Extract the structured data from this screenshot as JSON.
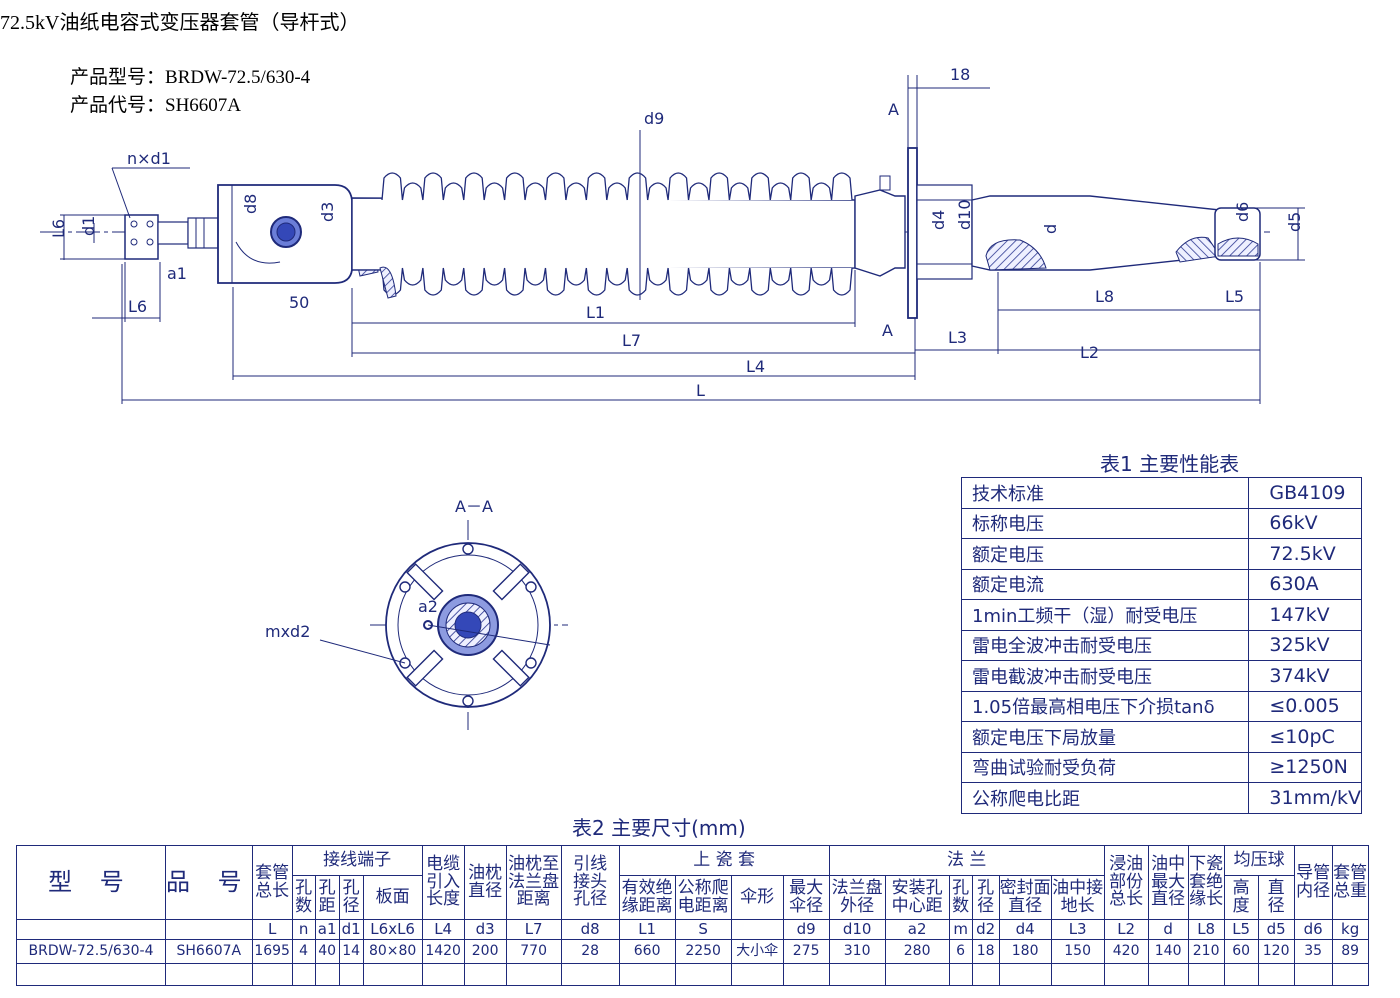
{
  "document": {
    "title": "72.5kV油纸电容式变压器套管（导杆式）",
    "model_label": "产品型号：",
    "model_value": "BRDW-72.5/630-4",
    "code_label": "产品代号：",
    "code_value": "SH6607A"
  },
  "drawing": {
    "dimension_labels": [
      "n×d1",
      "L6",
      "d1",
      "a1",
      "L6",
      "50",
      "d8",
      "d3",
      "d9",
      "L1",
      "L7",
      "L4",
      "L",
      "18",
      "A",
      "A",
      "d4",
      "d10",
      "L3",
      "d",
      "L8",
      "L5",
      "L2",
      "d6",
      "d5"
    ],
    "section": {
      "title": "A－A",
      "hole_label": "mxd2",
      "pitch_label": "a2"
    }
  },
  "table1": {
    "caption": "表1  主要性能表",
    "rows": [
      {
        "param": "技术标准",
        "value": "GB4109"
      },
      {
        "param": "标称电压",
        "value": "66kV"
      },
      {
        "param": "额定电压",
        "value": "72.5kV"
      },
      {
        "param": "额定电流",
        "value": "630A"
      },
      {
        "param": "1min工频干（湿）耐受电压",
        "value": "147kV"
      },
      {
        "param": "雷电全波冲击耐受电压",
        "value": "325kV"
      },
      {
        "param": "雷电截波冲击耐受电压",
        "value": "374kV"
      },
      {
        "param": "1.05倍最高相电压下介损tanδ",
        "value": "≤0.005"
      },
      {
        "param": "额定电压下局放量",
        "value": "≤10pC"
      },
      {
        "param": "弯曲试验耐受负荷",
        "value": "≥1250N"
      },
      {
        "param": "公称爬电比距",
        "value": "31mm/kV"
      }
    ]
  },
  "table2": {
    "caption": "表2  主要尺寸(mm)",
    "group_headers": {
      "model": "型 号",
      "code": "品 号",
      "total_length": [
        "套管",
        "总长"
      ],
      "terminal": "接线端子",
      "cable": [
        "电缆",
        "引入",
        "长度"
      ],
      "conservator_dia": [
        "油枕",
        "直径"
      ],
      "conservator_to_flange": [
        "油枕至",
        "法兰盘",
        "距离"
      ],
      "lead_hole": [
        "引线",
        "接头",
        "孔径"
      ],
      "upper_porcelain": "上 瓷 套",
      "flange": "法     兰",
      "oil_immersed": [
        "浸油",
        "部份",
        "总长"
      ],
      "oil_max": [
        "油中",
        "最大",
        "直径"
      ],
      "lower_creep": [
        "下瓷",
        "套绝",
        "缘长"
      ],
      "stress_ball": "均压球",
      "conductor_id": [
        "导管",
        "内径"
      ],
      "weight": [
        "套管",
        "总重"
      ]
    },
    "sub_headers": {
      "n": [
        "孔",
        "数"
      ],
      "a1": [
        "孔",
        "距"
      ],
      "d1": [
        "孔",
        "径"
      ],
      "plate": "板面",
      "L1": [
        "有效绝",
        "缘距离"
      ],
      "S": [
        "公称爬",
        "电距离"
      ],
      "shed": "伞形",
      "d9": [
        "最大",
        "伞径"
      ],
      "d10": [
        "法兰盘",
        "外径"
      ],
      "a2": [
        "安装孔",
        "中心距"
      ],
      "m": [
        "孔",
        "数"
      ],
      "d2": [
        "孔",
        "径"
      ],
      "d4": [
        "密封面",
        "直径"
      ],
      "L3": [
        "油中接",
        "地长"
      ],
      "L5": [
        "高",
        "度"
      ],
      "d5": [
        "直",
        "径"
      ]
    },
    "symbols": [
      "L",
      "n",
      "a1",
      "d1",
      "L6xL6",
      "L4",
      "d3",
      "L7",
      "d8",
      "L1",
      "S",
      "",
      "d9",
      "d10",
      "a2",
      "m",
      "d2",
      "d4",
      "L3",
      "L2",
      "d",
      "L8",
      "L5",
      "d5",
      "d6",
      "kg"
    ],
    "row": {
      "model": "BRDW-72.5/630-4",
      "code": "SH6607A",
      "values": [
        "1695",
        "4",
        "40",
        "14",
        "80×80",
        "1420",
        "200",
        "770",
        "28",
        "660",
        "2250",
        "大小伞",
        "275",
        "310",
        "280",
        "6",
        "18",
        "180",
        "150",
        "420",
        "140",
        "210",
        "60",
        "120",
        "35",
        "89"
      ]
    }
  }
}
